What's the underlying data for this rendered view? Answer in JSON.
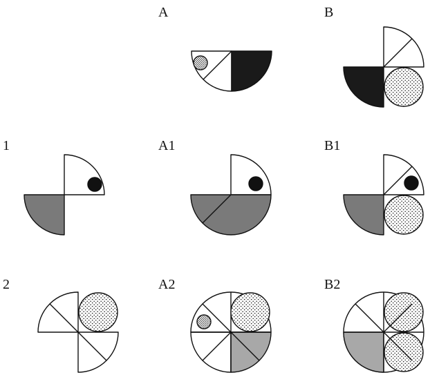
{
  "labels": {
    "a": "A",
    "b": "B",
    "one": "1",
    "a1": "A1",
    "b1": "B1",
    "two": "2",
    "a2": "A2",
    "b2": "B2"
  },
  "colors": {
    "black": "#1a1a1a",
    "gray_dark": "#7a7a7a",
    "gray_light": "#a8a8a8",
    "stroke": "#111111",
    "white": "#ffffff"
  }
}
